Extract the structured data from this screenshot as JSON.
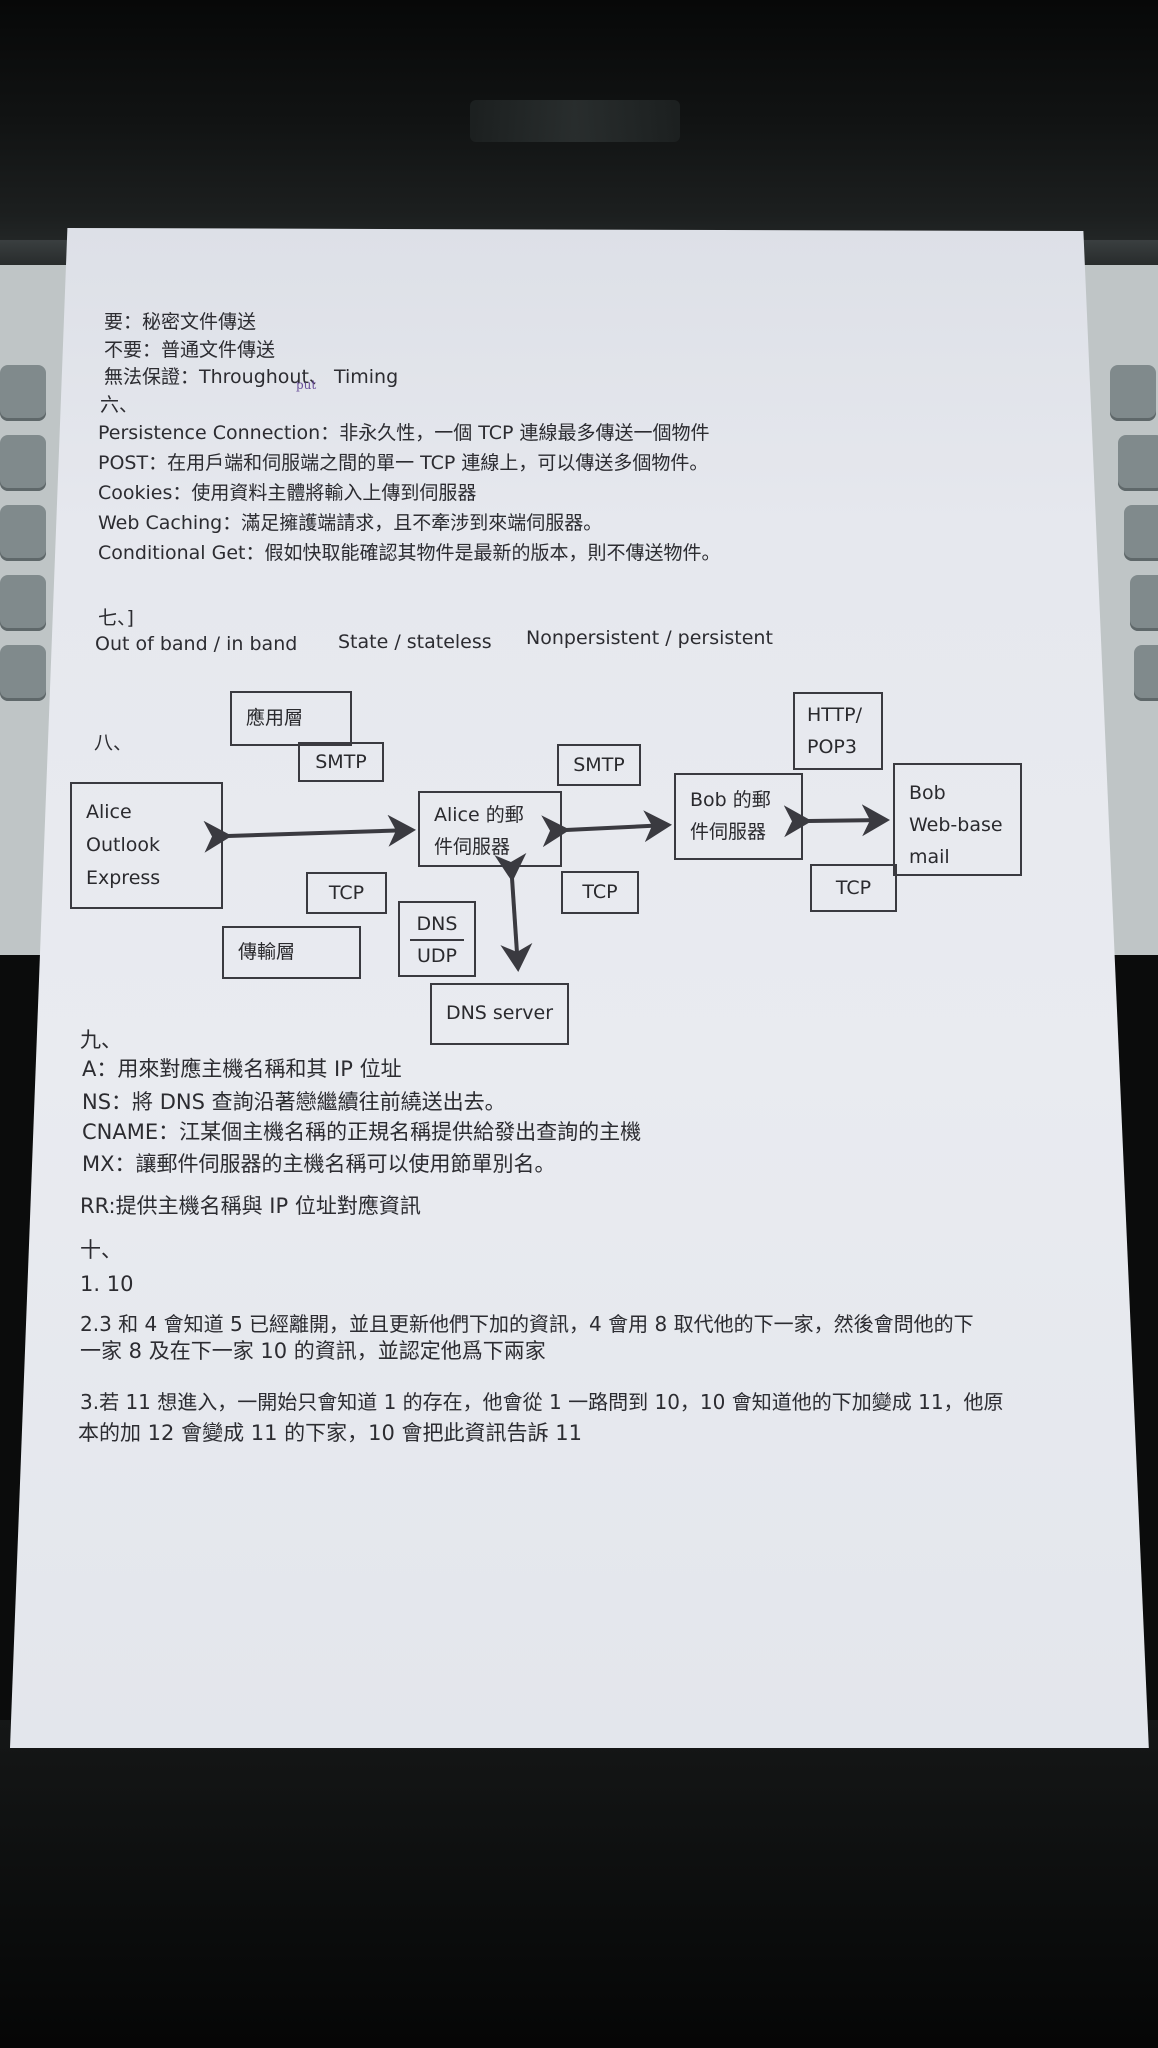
{
  "header": {
    "line1": "要：秘密文件傳送",
    "line2": "不要：普通文件傳送",
    "line3": "無法保證：Throughout、  Timing",
    "handnote": "put"
  },
  "section6": {
    "heading": "六、",
    "items": [
      "Persistence Connection：非永久性，一個 TCP 連線最多傳送一個物件",
      "POST：在用戶端和伺服端之間的單一 TCP 連線上，可以傳送多個物件。",
      "Cookies：使用資料主體將輸入上傳到伺服器",
      "Web Caching：滿足擁護端請求，且不牽涉到來端伺服器。",
      "Conditional Get：假如快取能確認其物件是最新的版本，則不傳送物件。"
    ]
  },
  "section7": {
    "heading": "七、]",
    "terms": [
      "Out of band / in band",
      "State / stateless",
      "Nonpersistent / persistent"
    ]
  },
  "section8": {
    "heading": "八、",
    "diagram": {
      "app_layer": "應用層",
      "transport_layer": "傳輸層",
      "smtp_left": "SMTP",
      "smtp_right": "SMTP",
      "http_pop3": "HTTP/\nPOP3",
      "alice_client": "Alice\nOutlook\nExpress",
      "alice_server": "Alice 的郵\n件伺服器",
      "bob_server": "Bob 的郵\n件伺服器",
      "bob_client": "Bob\nWeb-base\nmail",
      "tcp1": "TCP",
      "tcp2": "TCP",
      "tcp3": "TCP",
      "dns_top": "DNS",
      "dns_bottom": "UDP",
      "dns_server": "DNS server"
    }
  },
  "section9": {
    "heading": "九、",
    "items": [
      "A：用來對應主機名稱和其  IP  位址",
      "NS：將 DNS 查詢沿著戀繼續往前繞送出去。",
      "CNAME：江某個主機名稱的正規名稱提供給發出查詢的主機",
      "MX：讓郵件伺服器的主機名稱可以使用節單別名。",
      "RR:提供主機名稱與 IP 位址對應資訊"
    ]
  },
  "section10": {
    "heading": "十、",
    "lines": [
      "1.    10",
      "2.3 和 4 會知道 5 已經離開，並且更新他們下加的資訊，4 會用 8 取代他的下一家，然後會問他的下",
      "一家 8 及在下一家 10 的資訊，並認定他爲下兩家",
      "3.若 11 想進入，一開始只會知道 1 的存在，他會從 1 一路問到 10，10 會知道他的下加變成 11，他原",
      "本的加 12 會變成 11 的下家，10 會把此資訊告訴 11"
    ]
  }
}
